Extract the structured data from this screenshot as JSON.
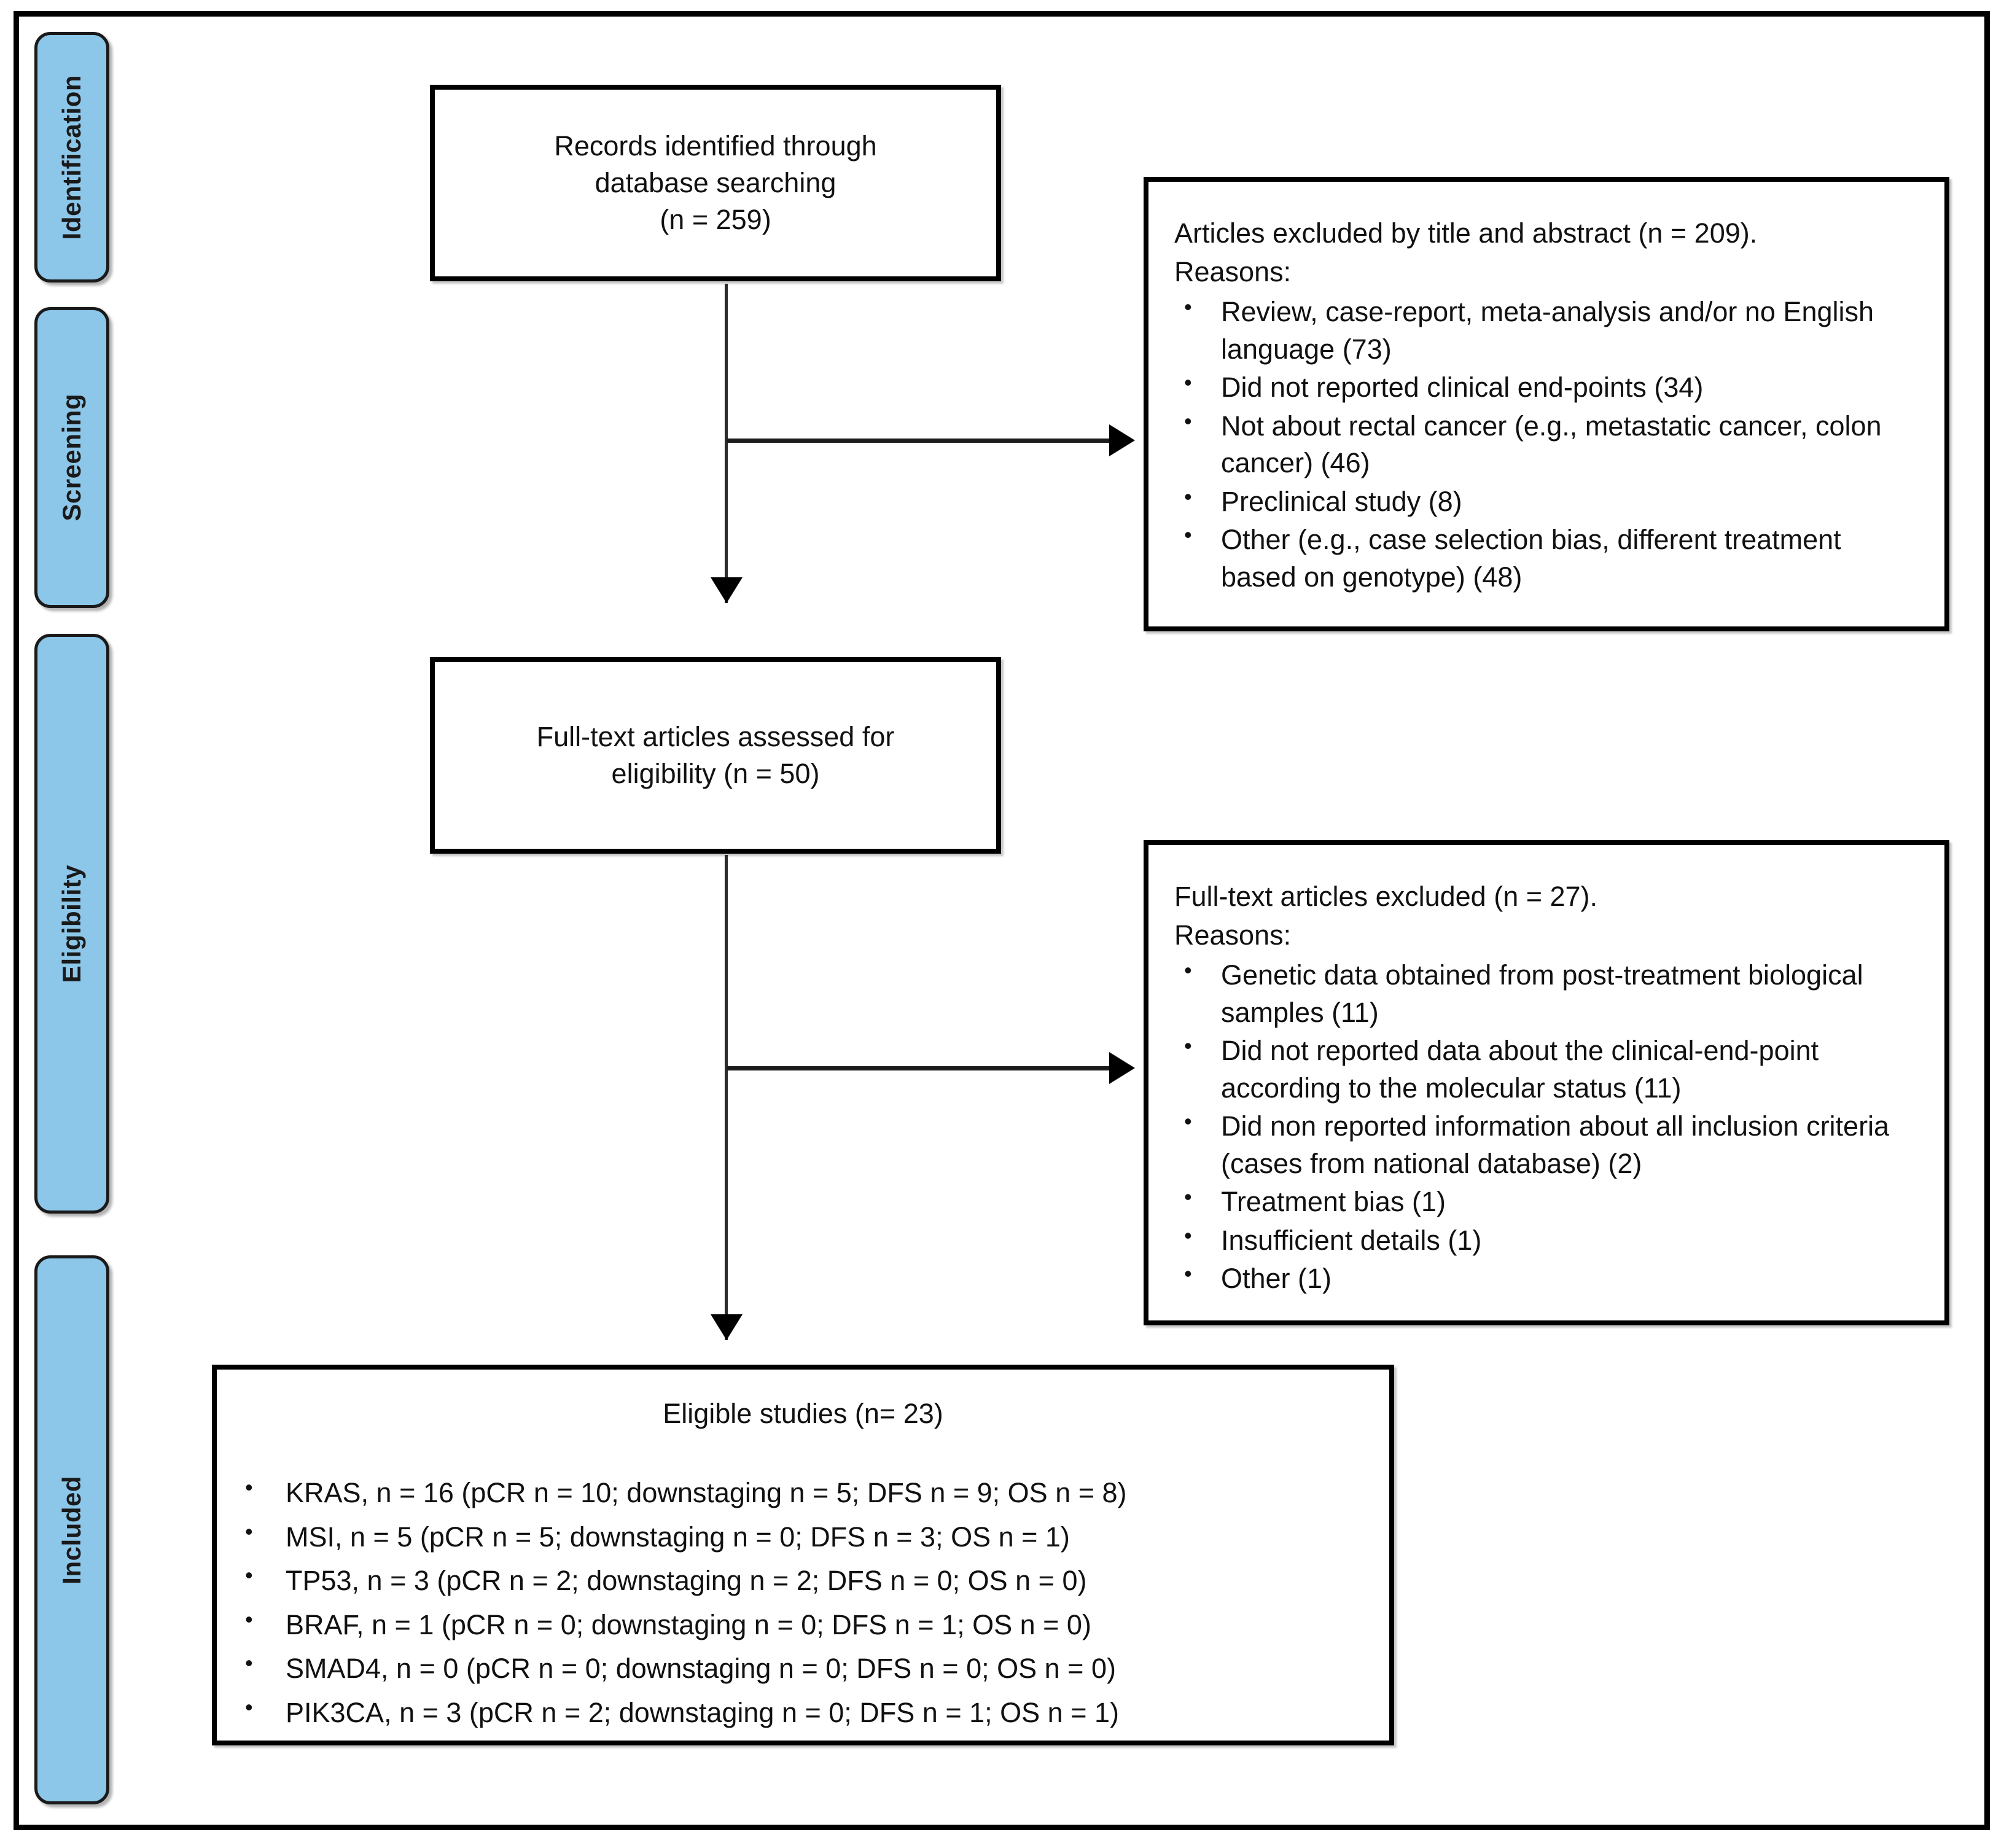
{
  "diagram": {
    "type": "PRISMA flow diagram",
    "stages": [
      {
        "label": "Identification"
      },
      {
        "label": "Screening"
      },
      {
        "label": "Eligibility"
      },
      {
        "label": "Included"
      }
    ],
    "colors": {
      "stage_fill": "#8CC6E8",
      "border": "#000000",
      "text": "#111111",
      "background": "#FFFFFF"
    },
    "boxes": {
      "identified": {
        "lines": [
          "Records identified through",
          "database searching",
          "(n = 259)"
        ]
      },
      "excluded_title_abstract": {
        "heading_line1": "Articles excluded by title and abstract (n = 209).",
        "heading_line2": "Reasons:",
        "reasons": [
          "Review, case-report, meta-analysis and/or no English language (73)",
          "Did not reported clinical end-points (34)",
          "Not about rectal cancer (e.g., metastatic cancer, colon cancer)  (46)",
          "Preclinical study (8)",
          "Other (e.g., case selection bias, different treatment based on genotype) (48)"
        ]
      },
      "fulltext_assessed": {
        "lines": [
          "Full-text articles assessed for",
          "eligibility (n = 50)"
        ]
      },
      "excluded_fulltext": {
        "heading_line1": "Full-text articles excluded (n = 27).",
        "heading_line2": "Reasons:",
        "reasons": [
          "Genetic data obtained from post-treatment biological samples (11)",
          "Did not reported data about the clinical-end-point according to the molecular status (11)",
          "Did non reported information about all inclusion criteria (cases from  national database) (2)",
          "Treatment bias (1)",
          "Insufficient details (1)",
          "Other (1)"
        ]
      },
      "eligible_studies": {
        "title": "Eligible studies (n= 23)",
        "items": [
          "KRAS, n = 16 (pCR n = 10; downstaging n = 5; DFS n = 9; OS n = 8)",
          "MSI, n = 5 (pCR n = 5; downstaging n = 0; DFS n = 3; OS n = 1)",
          "TP53, n = 3 (pCR n = 2; downstaging n = 2; DFS n = 0; OS n = 0)",
          "BRAF, n = 1 (pCR n = 0; downstaging n = 0; DFS n = 1; OS n = 0)",
          "SMAD4, n = 0 (pCR n = 0; downstaging n = 0; DFS n = 0; OS n = 0)",
          "PIK3CA, n = 3 (pCR n = 2; downstaging n = 0; DFS n = 1; OS n = 1)"
        ]
      }
    }
  }
}
